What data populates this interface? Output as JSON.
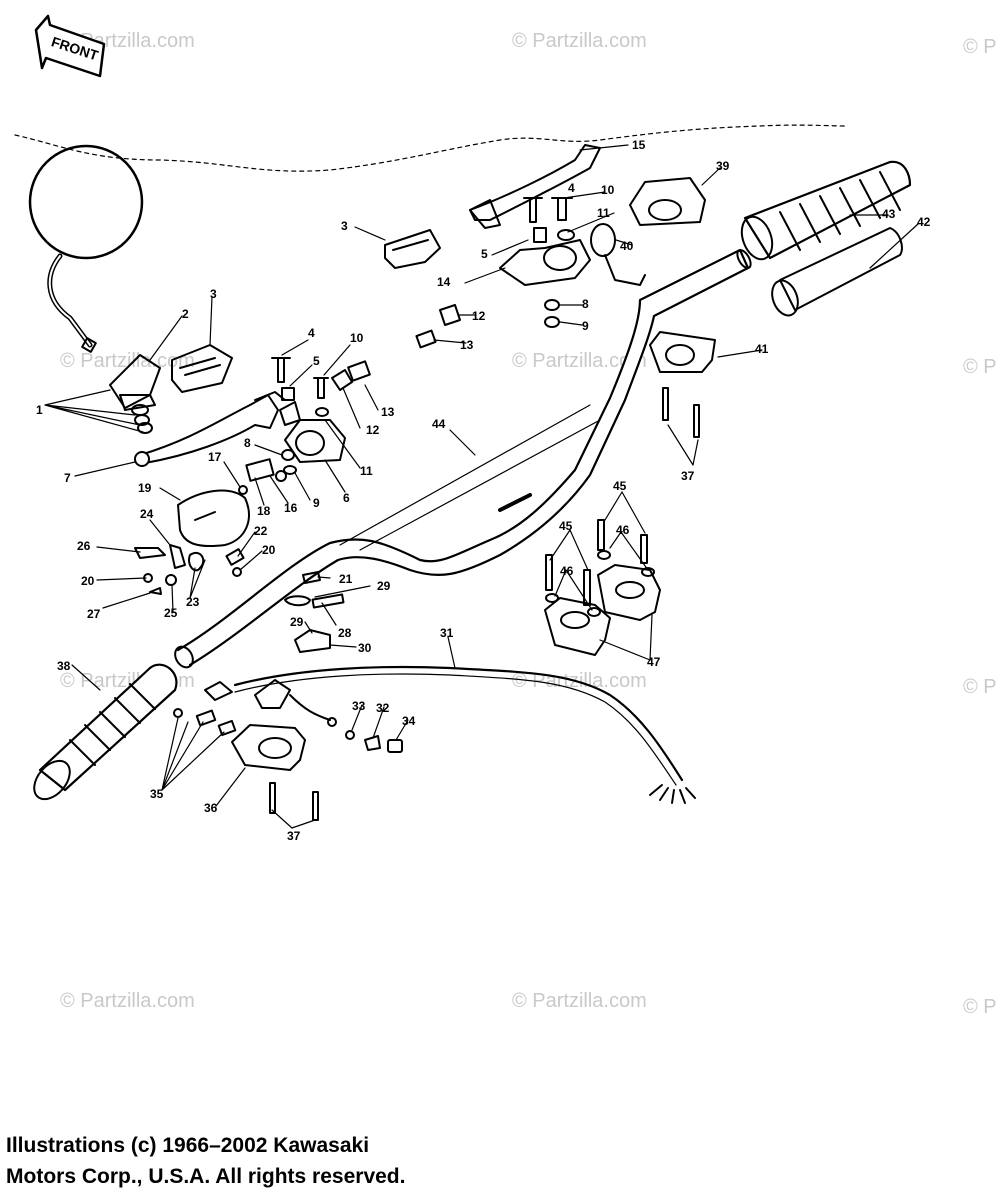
{
  "front_label": "FRONT",
  "watermark": "© Partzilla.com",
  "copyright": {
    "line1": "Illustrations (c) 1966–2002 Kawasaki",
    "line2": "Motors Corp., U.S.A.  All rights reserved."
  },
  "part_labels": [
    "1",
    "2",
    "3",
    "3",
    "4",
    "4",
    "5",
    "5",
    "6",
    "7",
    "8",
    "8",
    "9",
    "9",
    "10",
    "10",
    "11",
    "11",
    "12",
    "12",
    "13",
    "13",
    "14",
    "15",
    "16",
    "17",
    "18",
    "19",
    "20",
    "20",
    "21",
    "22",
    "23",
    "24",
    "25",
    "26",
    "27",
    "28",
    "29",
    "29",
    "30",
    "31",
    "32",
    "33",
    "34",
    "35",
    "36",
    "37",
    "37",
    "38",
    "39",
    "40",
    "41",
    "42",
    "43",
    "44",
    "45",
    "45",
    "46",
    "46",
    "47"
  ]
}
